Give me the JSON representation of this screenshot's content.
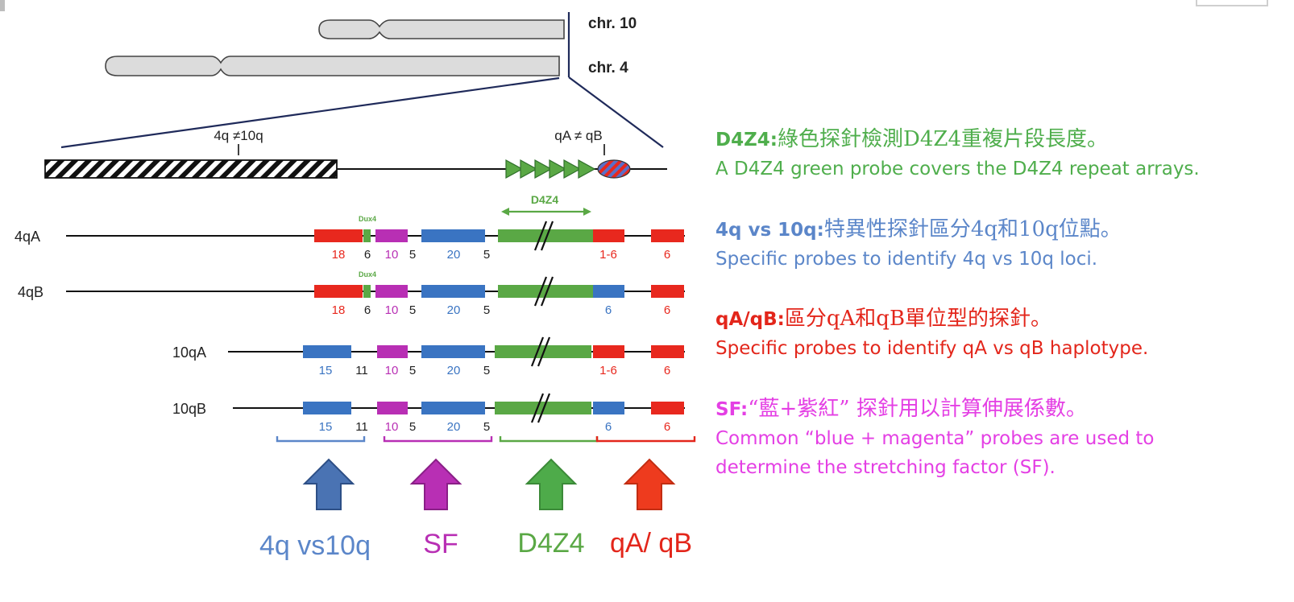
{
  "colors": {
    "red": "#e8281e",
    "blue": "#3a74c2",
    "magenta": "#b82fb4",
    "green": "#5aa845",
    "legend_green": "#4fae4c",
    "legend_blue": "#5b86c9",
    "legend_red": "#e3261b",
    "legend_magenta": "#e43fe4",
    "chromosome_fill": "#dcdcdc",
    "navy": "#1f2a5a"
  },
  "chromosomes": {
    "chr10_label": "chr. 10",
    "chr4_label": "chr. 4"
  },
  "overview": {
    "left_label": "4q ≠10q",
    "right_label": "qA ≠ qB"
  },
  "maps": {
    "d4z4_label": "D4Z4",
    "dux4_label": "Dux4",
    "rows": [
      {
        "label": "4qA",
        "numbers": [
          "18",
          "6",
          "10",
          "5",
          "20",
          "5",
          "1-6",
          "6"
        ]
      },
      {
        "label": "4qB",
        "numbers": [
          "18",
          "6",
          "10",
          "5",
          "20",
          "5",
          "6",
          "6"
        ]
      },
      {
        "label": "10qA",
        "numbers": [
          "15",
          "11",
          "10",
          "5",
          "20",
          "5",
          "1-6",
          "6"
        ]
      },
      {
        "label": "10qB",
        "numbers": [
          "15",
          "11",
          "10",
          "5",
          "20",
          "5",
          "6",
          "6"
        ]
      }
    ]
  },
  "arrows": {
    "a1": "4q vs10q",
    "a2": "SF",
    "a3": "D4Z4",
    "a4": "qA/ qB"
  },
  "legend": {
    "d4z4": {
      "title": "D4Z4",
      "sep": ":",
      "zh": "綠色探針檢測D4Z4重複片段長度。",
      "en": "A D4Z4 green probe covers the D4Z4 repeat arrays."
    },
    "loci": {
      "title": "4q vs 10q",
      "sep": ":",
      "zh": "特異性探針區分4q和10q位點。",
      "en": "Specific probes to identify 4q vs 10q loci."
    },
    "hap": {
      "title": "qA/qB",
      "sep": ":",
      "zh": "區分qA和qB單位型的探針。",
      "en": "Specific probes to identify qA vs qB haplotype."
    },
    "sf": {
      "title": "SF:",
      "zh": "“藍+紫紅” 探針用以計算伸展係數。",
      "en": "Common “blue + magenta” probes are used to",
      "en2": "determine the stretching factor (SF)."
    }
  }
}
